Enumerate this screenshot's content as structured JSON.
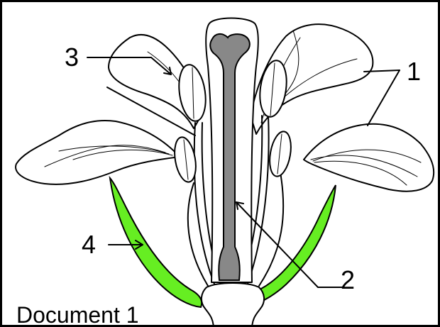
{
  "labels": {
    "l1": "1",
    "l2": "2",
    "l3": "3",
    "l4": "4"
  },
  "caption": "Document 1",
  "colors": {
    "sepal": "#66ee22",
    "pistil": "#888888",
    "outline": "#000000",
    "background": "#ffffff"
  }
}
